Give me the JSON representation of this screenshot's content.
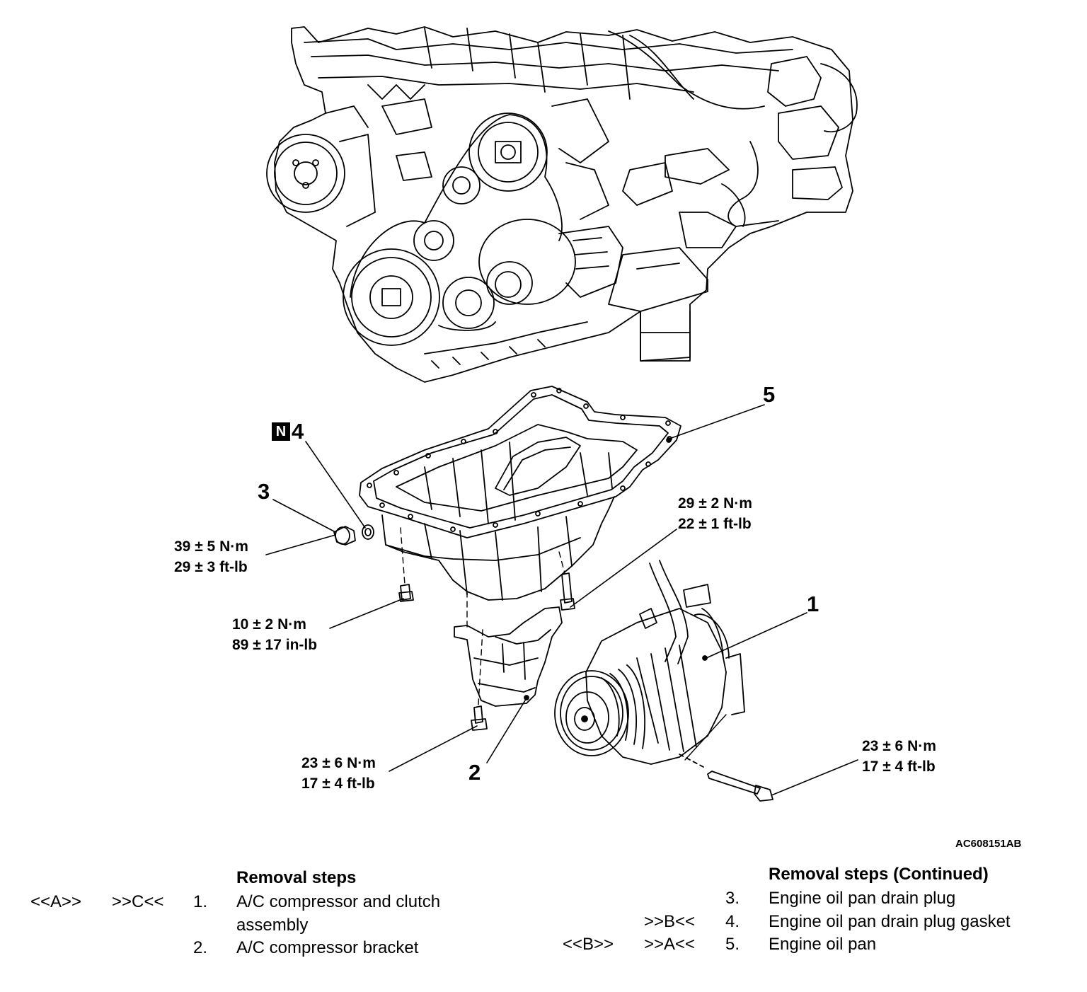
{
  "diagram": {
    "figure_id": "AC608151AB",
    "callouts": {
      "c1": "1",
      "c2": "2",
      "c3": "3",
      "c4": "4",
      "c4_badge": "N",
      "c5": "5"
    },
    "torques": {
      "drain_plug": [
        "39 ± 5 N·m",
        "29 ± 3 ft-lb"
      ],
      "pan_bolt_small": [
        "10 ± 2 N·m",
        "89 ± 17 in-lb"
      ],
      "pan_bolt_right": [
        "29 ± 2 N·m",
        "22 ± 1 ft-lb"
      ],
      "bracket_bolt": [
        "23 ± 6 N·m",
        "17 ± 4 ft-lb"
      ],
      "compressor_bolt": [
        "23 ± 6 N·m",
        "17 ± 4 ft-lb"
      ]
    }
  },
  "removal_steps": {
    "left": {
      "heading": "Removal steps",
      "rows": [
        {
          "code1": "<<A>>",
          "code2": ">>C<<",
          "num": "1.",
          "text_line1": "A/C compressor and clutch",
          "text_line2": "assembly"
        },
        {
          "code1": "",
          "code2": "",
          "num": "2.",
          "text_line1": "A/C compressor bracket",
          "text_line2": ""
        }
      ]
    },
    "right": {
      "heading": "Removal steps (Continued)",
      "rows": [
        {
          "code1": "",
          "code2": "",
          "num": "3.",
          "text": "Engine oil pan drain plug"
        },
        {
          "code1": "",
          "code2": ">>B<<",
          "num": "4.",
          "text": "Engine oil pan drain plug gasket"
        },
        {
          "code1": "<<B>>",
          "code2": ">>A<<",
          "num": "5.",
          "text": "Engine oil pan"
        }
      ]
    }
  }
}
